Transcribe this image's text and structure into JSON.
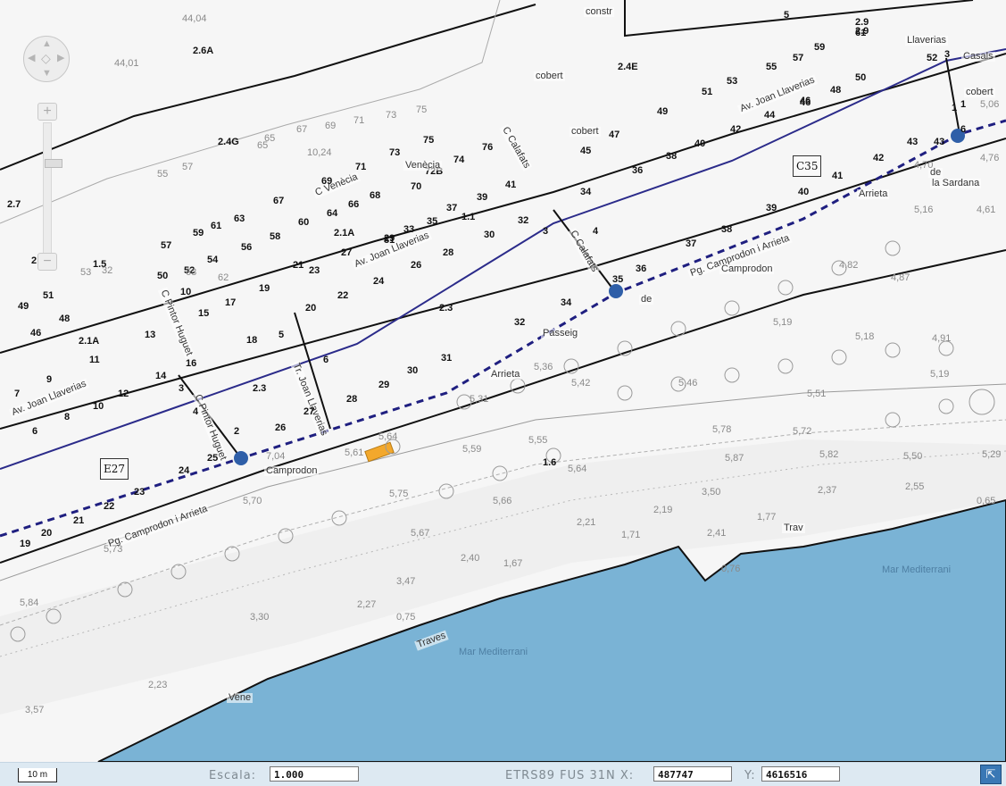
{
  "scale_ruler": "10 m",
  "status_bar": {
    "scale_label": "Escala:",
    "scale_value": "1.000",
    "coords_label": "ETRS89 FUS 31N X:",
    "x_value": "487747",
    "y_label": "Y:",
    "y_value": "4616516"
  },
  "colors": {
    "sea": "#7ab3d5",
    "road_line": "#2b2b8a",
    "highlight": "#f3a82c",
    "base": "#f6f6f6"
  },
  "streets": [
    "Av. Joan Llaverias",
    "Av. Joan Llaverias",
    "Av. Joan Llaverias",
    "C Venècia",
    "C Calafats",
    "C Calafats",
    "C Pintor Huguet",
    "C Pintor Huguet",
    "Tr. Joan Llaverias",
    "Pg. Camprodon i Arrieta",
    "Pg. Camprodon i Arrieta",
    "Passeig",
    "Arrieta",
    "Camprodon",
    "de",
    "Camprodon",
    "de",
    "la Sardana",
    "Arrieta",
    "Llaverias",
    "Casals",
    "constr",
    "cobert",
    "cobert",
    "cobert",
    "Venècia",
    "Traves",
    "Vene",
    "Trav"
  ],
  "zones": [
    "2.6A",
    "2.4E",
    "2.4G",
    "2.7",
    "2.9",
    "2.1A",
    "2.1A",
    "2.3",
    "2.3",
    "1.5",
    "1.1",
    "1.6",
    "72B",
    "2"
  ],
  "boxed_labels": [
    "E27",
    "C35"
  ],
  "sea_labels": [
    "Mar Mediterrani",
    "Mar Mediterrani"
  ],
  "house_numbers": [
    "5",
    "2.9",
    "61",
    "59",
    "57",
    "55",
    "53",
    "51",
    "52",
    "50",
    "48",
    "46",
    "44",
    "42",
    "40",
    "38",
    "36",
    "34",
    "43",
    "45",
    "47",
    "49",
    "3",
    "1",
    "6",
    "75",
    "73",
    "71",
    "69",
    "67",
    "76",
    "74",
    "41",
    "39",
    "37",
    "35",
    "33",
    "31",
    "32",
    "30",
    "28",
    "26",
    "24",
    "22",
    "20",
    "21",
    "23",
    "19",
    "17",
    "15",
    "13",
    "11",
    "9",
    "7",
    "6",
    "8",
    "10",
    "12",
    "14",
    "16",
    "18",
    "5",
    "6",
    "2",
    "4",
    "3",
    "1",
    "25",
    "24",
    "23",
    "22",
    "21",
    "20",
    "19",
    "26",
    "27",
    "28",
    "29",
    "30",
    "31",
    "32",
    "34",
    "35",
    "36",
    "37",
    "38",
    "39",
    "40",
    "41",
    "42",
    "43",
    "46",
    "70",
    "68",
    "66",
    "64",
    "60",
    "58",
    "56",
    "54",
    "52",
    "50",
    "48",
    "46",
    "63",
    "61",
    "59",
    "57",
    "51",
    "49",
    "27",
    "29",
    "4",
    "3",
    "10"
  ],
  "elevations": [
    "44,04",
    "44,01",
    "65",
    "67",
    "69",
    "71",
    "73",
    "75",
    "10,24",
    "5,06",
    "4,76",
    "4,61",
    "4,70",
    "5,16",
    "4,82",
    "4,87",
    "5,19",
    "5,18",
    "4,91",
    "5,19",
    "5,36",
    "5,42",
    "5,46",
    "5,51",
    "5,31",
    "5,64",
    "5,59",
    "5,55",
    "5,61",
    "5,64",
    "5,87",
    "5,82",
    "5,50",
    "5,29",
    "5,78",
    "5,72",
    "7,04",
    "5,75",
    "5,66",
    "3,50",
    "2,37",
    "2,55",
    "0,65",
    "5,73",
    "5,70",
    "2,19",
    "1,77",
    "5,67",
    "2,21",
    "1,71",
    "2,41",
    "2,40",
    "1,67",
    "0,76",
    "3,47",
    "2,27",
    "3,30",
    "0,75",
    "5,84",
    "2,23",
    "3,57",
    "32",
    "53",
    "63",
    "62",
    "65",
    "55",
    "57"
  ]
}
